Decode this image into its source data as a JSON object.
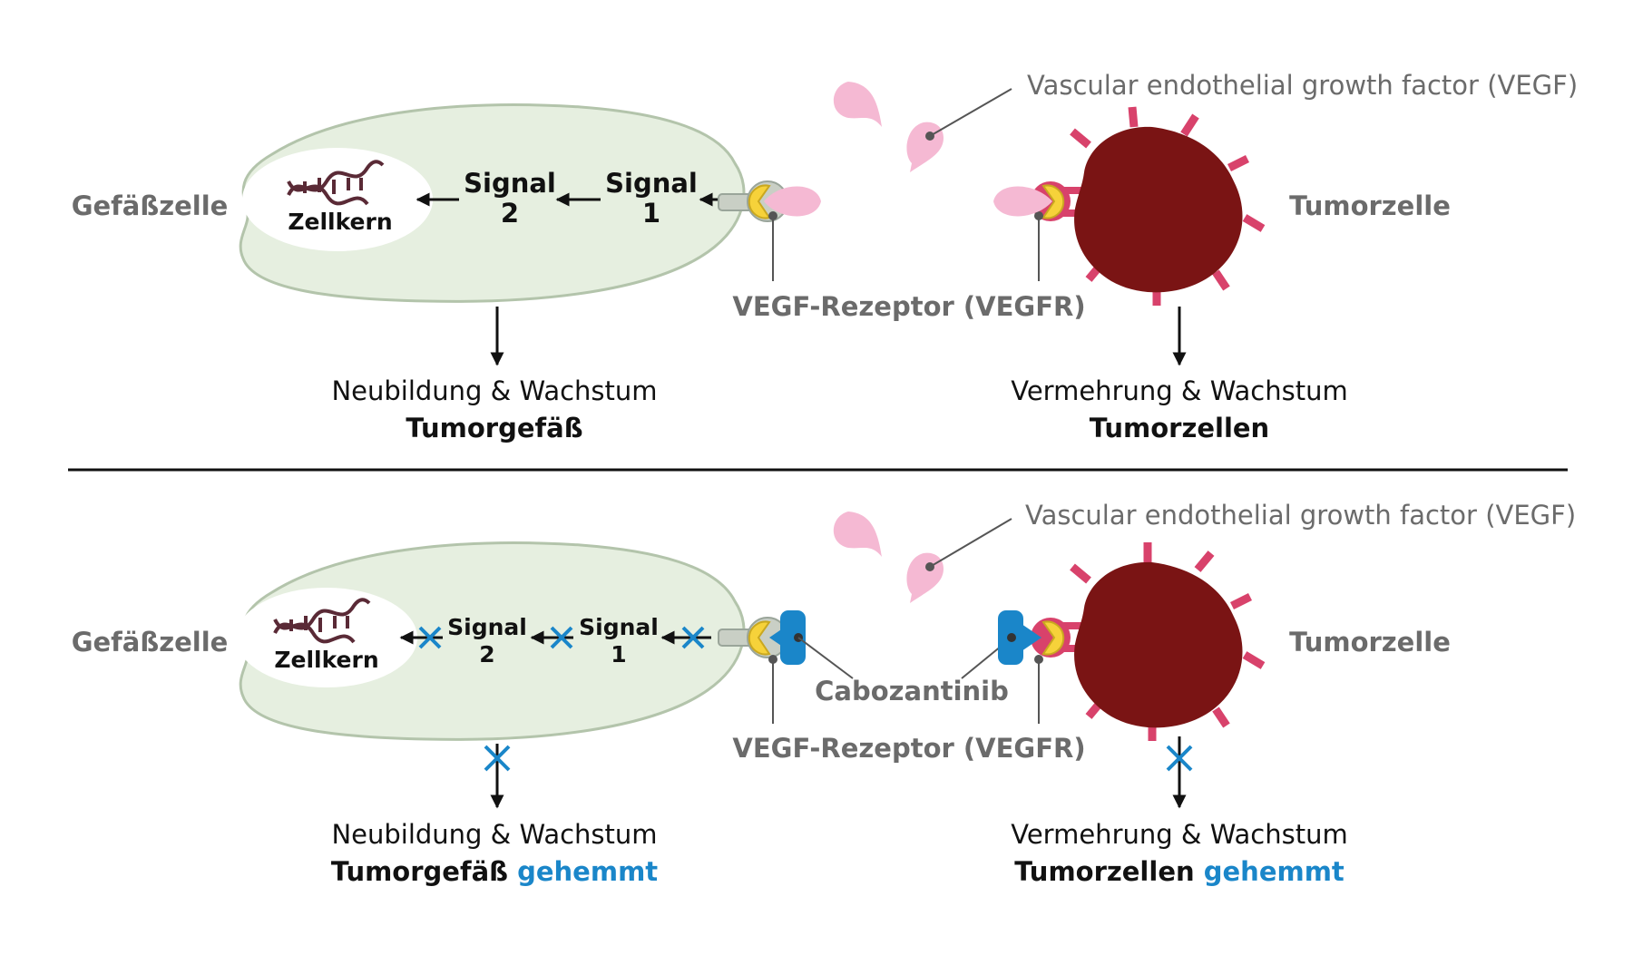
{
  "top": {
    "vegf_label": "Vascular endothelial growth factor (VEGF)",
    "gefaess_label": "Gefäßzelle",
    "zellkern_label": "Zellkern",
    "signal2_line1": "Signal",
    "signal2_line2": "2",
    "signal1_line1": "Signal",
    "signal1_line2": "1",
    "receptor_label": "VEGF-Rezeptor (VEGFR)",
    "tumor_label": "Tumorzelle",
    "left_outcome_line1": "Neubildung & Wachstum",
    "left_outcome_line2": "Tumorgefäß",
    "right_outcome_line1": "Vermehrung & Wachstum",
    "right_outcome_line2": "Tumorzellen"
  },
  "bottom": {
    "vegf_label": "Vascular endothelial growth factor (VEGF)",
    "gefaess_label": "Gefäßzelle",
    "zellkern_label": "Zellkern",
    "signal2_line1": "Signal",
    "signal2_line2": "2",
    "signal1_line1": "Signal",
    "signal1_line2": "1",
    "drug_label": "Cabozantinib",
    "receptor_label": "VEGF-Rezeptor (VEGFR)",
    "tumor_label": "Tumorzelle",
    "left_outcome_line1": "Neubildung & Wachstum",
    "left_outcome_line2": "Tumorgefäß",
    "left_outcome_inhibited": "gehemmt",
    "right_outcome_line1": "Vermehrung & Wachstum",
    "right_outcome_line2": "Tumorzellen",
    "right_outcome_inhibited": "gehemmt"
  },
  "colors": {
    "cell_fill": "#e6efe0",
    "cell_stroke": "#b3c4ab",
    "vegf_pink": "#f5b9d3",
    "receptor_yellow": "#f6d23a",
    "receptor_gray": "#c9cfc5",
    "tumor_fill": "#7a1414",
    "tumor_receptor": "#d8426b",
    "drug_blue": "#1a86c9",
    "dna": "#5a2a36"
  }
}
